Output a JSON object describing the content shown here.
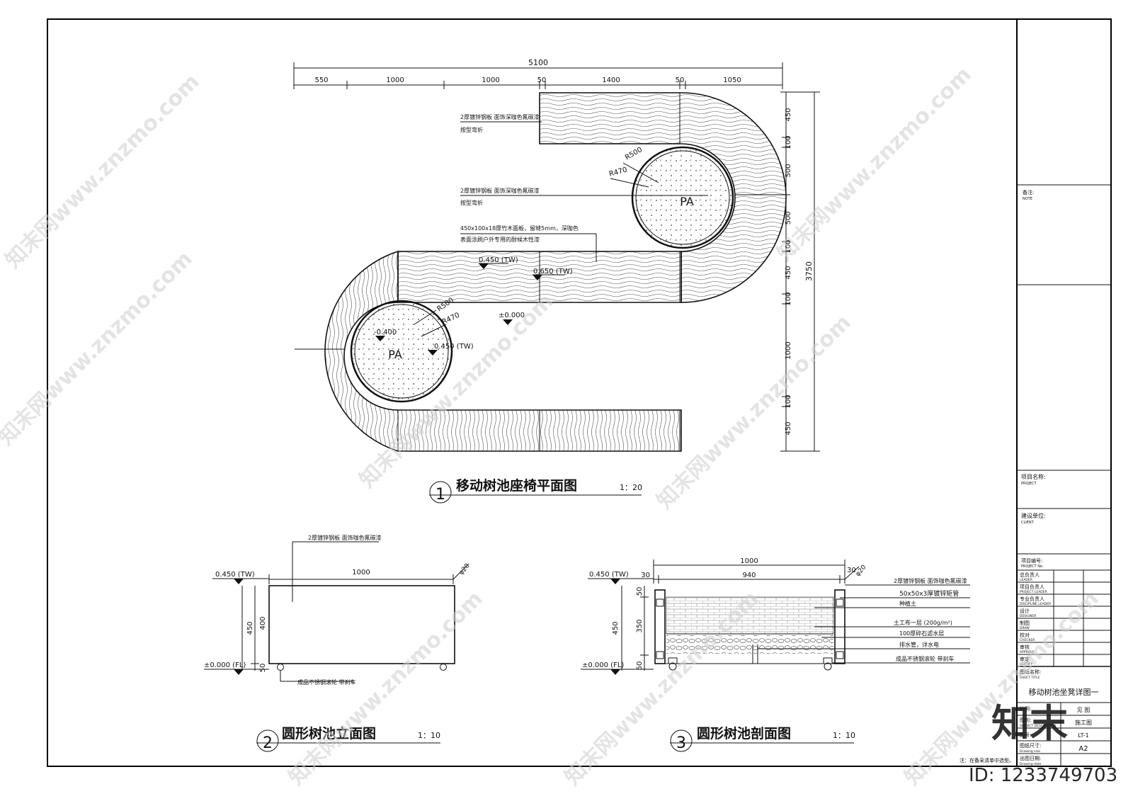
{
  "plan": {
    "overall_width": "5100",
    "segments": [
      "550",
      "1000",
      "1000",
      "50",
      "1400",
      "50",
      "1050"
    ],
    "overall_height": "3750",
    "vsegments": [
      "450",
      "100",
      "500",
      "500",
      "100",
      "450",
      "100",
      "1000",
      "100",
      "450"
    ],
    "note_steel_1": "2厚镀锌钢板 面饰深咖色氟碳漆",
    "note_bend_1": "按型弯折",
    "note_steel_2": "2厚镀锌钢板 面饰深咖色氟碳漆",
    "note_bend_2": "按型弯折",
    "note_wood_1": "450x100x18厚竹木面板，留缝5mm，深咖色",
    "note_wood_2": "表面涂刷户外专用的耐候木性漆",
    "r500_a": "R500",
    "r470_a": "R470",
    "r500_b": "R500",
    "r470_b": "R470",
    "pa_a": "PA",
    "pa_b": "PA",
    "lvl_tw_450": "0.450 (TW)",
    "lvl_tw_650": "0.650 (TW)",
    "lvl_000": "±0.000",
    "lvl_400": "-0.400",
    "lvl_tw_450_b": "0.450 (TW)",
    "title_num": "1",
    "title": "移动树池座椅平面图",
    "scale": "1：20"
  },
  "elevation": {
    "note": "2厚镀锌钢板 面饰咖色氟碳漆",
    "width": "1000",
    "phi": "φ20",
    "lvl_top": "0.450 (TW)",
    "lvl_bottom": "±0.000 (FL)",
    "h_total": "450",
    "h_400": "400",
    "h_50": "50",
    "wheel_note": "成品不锈钢滚轮 带刹车",
    "title_num": "2",
    "title": "圆形树池立面图",
    "scale": "1：10"
  },
  "section": {
    "width_total": "1000",
    "width_inner": "940",
    "side_30_l": "30",
    "side_30_r": "30",
    "phi": "φ20",
    "lvl_top": "0.450 (TW)",
    "lvl_bottom": "±0.000 (FL)",
    "h_total": "450",
    "h_50_top": "50",
    "h_350": "350",
    "h_50_bot": "50",
    "notes": [
      "2厚镀锌钢板 面饰咖色氟碳漆",
      "50x50x3厚镀锌矩管",
      "种植土",
      "土工布一层 (200g/m²)",
      "100厚碎石滤水层",
      "排水管，详水电",
      "成品不锈钢滚轮 带刹车"
    ],
    "title_num": "3",
    "title": "圆形树池剖面图",
    "scale": "1：10"
  },
  "titleblock": {
    "note_cn": "备注:",
    "note_en": "NOTE",
    "project_cn": "项目名称:",
    "project_en": "PROJECT",
    "client_cn": "建设单位:",
    "client_en": "CLIENT",
    "project_no_cn": "项目编号:",
    "project_no_en": "PROJECT No.",
    "rows": [
      {
        "cn": "总负责人",
        "en": "LEADER"
      },
      {
        "cn": "项目负责人",
        "en": "PROJECT LEADER"
      },
      {
        "cn": "专业负责人",
        "en": "DISCIPLINE LEADER"
      },
      {
        "cn": "设计",
        "en": "DESIGNER"
      },
      {
        "cn": "制图",
        "en": "DRAW"
      },
      {
        "cn": "校对",
        "en": "CHECKER"
      },
      {
        "cn": "审核",
        "en": "APPROVE"
      },
      {
        "cn": "审定",
        "en": "CERTIFY"
      }
    ],
    "sheet_title_cn": "图纸名称:",
    "sheet_title_en": "SHEET TITLE",
    "sheet_title": "移动树池坐凳详图一",
    "scale_cn": "比例:",
    "scale_val": "见 图",
    "desc_cn": "图别:",
    "desc_en": "SUBJECT DESCRIPTION",
    "desc_val": "施工图",
    "no_cn": "图号:",
    "no_val": "LT-1",
    "size_cn": "图纸尺寸:",
    "size_en": "Drawing size",
    "size_val": "A2",
    "date_cn": "出图日期:",
    "date_en": "Drawing date"
  },
  "footnote": "注：在备采清单中选型。",
  "watermark": {
    "text": "知末网www.znzmo.com",
    "logo": "知末",
    "id": "ID: 1233749703"
  }
}
